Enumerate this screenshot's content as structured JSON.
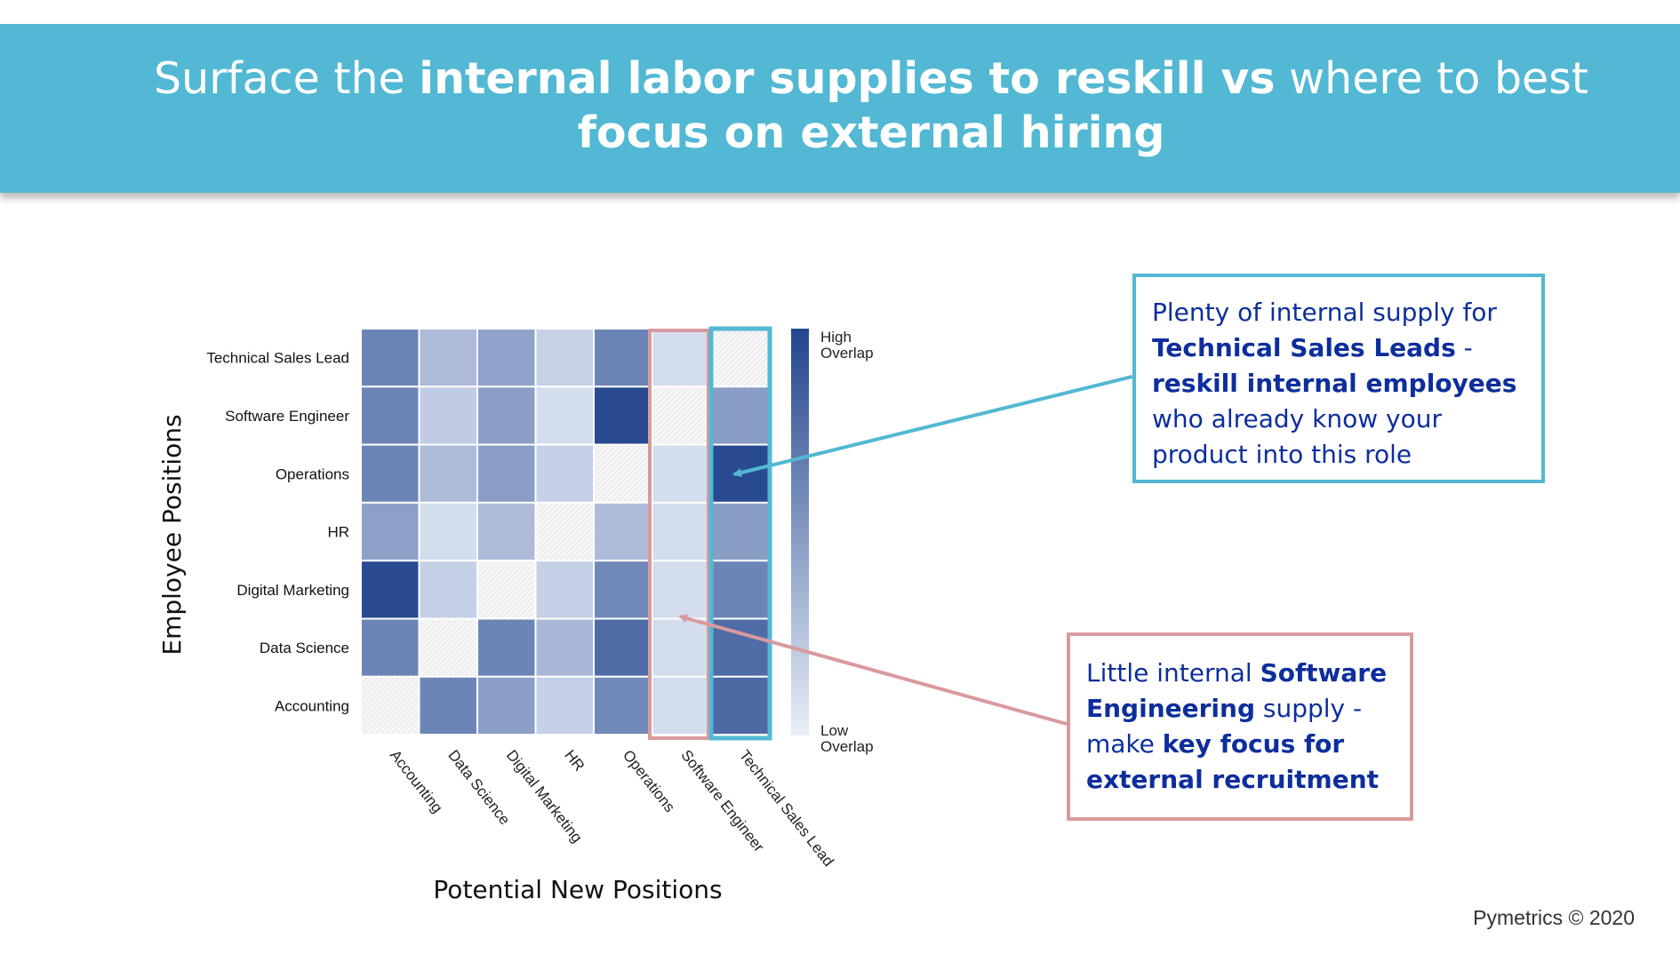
{
  "header": {
    "title_1": "Surface the ",
    "title_2": "internal labor supplies to reskill vs",
    "title_3": " where to best",
    "title_4": "focus on external hiring"
  },
  "chart_data": {
    "type": "heatmap",
    "xlabel": "Potential New Positions",
    "ylabel": "Employee Positions",
    "x_categories": [
      "Accounting",
      "Data Science",
      "Digital Marketing",
      "HR",
      "Operations",
      "Software Engineer",
      "Technical Sales Lead"
    ],
    "y_categories": [
      "Technical Sales Lead",
      "Software Engineer",
      "Operations",
      "HR",
      "Digital Marketing",
      "Data Science",
      "Accounting"
    ],
    "values": [
      [
        0.62,
        0.3,
        0.45,
        0.17,
        0.62,
        0.1,
        null
      ],
      [
        0.62,
        0.2,
        0.47,
        0.1,
        0.97,
        null,
        0.48
      ],
      [
        0.62,
        0.3,
        0.47,
        0.18,
        null,
        0.1,
        0.97
      ],
      [
        0.46,
        0.1,
        0.3,
        null,
        0.3,
        0.1,
        0.48
      ],
      [
        0.97,
        0.18,
        null,
        0.18,
        0.6,
        0.1,
        0.62
      ],
      [
        0.62,
        null,
        0.62,
        0.32,
        0.77,
        0.1,
        0.77
      ],
      [
        null,
        0.62,
        0.47,
        0.18,
        0.6,
        0.1,
        0.78
      ]
    ],
    "colorbar": {
      "high_label_1": "High",
      "high_label_2": "Overlap",
      "low_label_1": "Low",
      "low_label_2": "Overlap",
      "color_low": "#e8eef8",
      "color_high": "#22458d"
    },
    "highlights": [
      {
        "column": "Software Engineer",
        "color": "#d99a9e"
      },
      {
        "column": "Technical Sales Lead",
        "color": "#52b8d3"
      }
    ]
  },
  "callouts": {
    "tsl": {
      "t1": "Plenty of internal supply for ",
      "t2": "Technical Sales Leads",
      "t3": " - ",
      "t4": "reskill internal employees",
      "t5": "  who already know your product into this role",
      "color": "#52b8d3"
    },
    "swe": {
      "t1": "Little internal ",
      "t2": "Software Engineering",
      "t3": " supply - make ",
      "t4": "key focus for external recruitment",
      "color": "#d99a9e"
    }
  },
  "footer": {
    "credit": "Pymetrics © 2020"
  }
}
